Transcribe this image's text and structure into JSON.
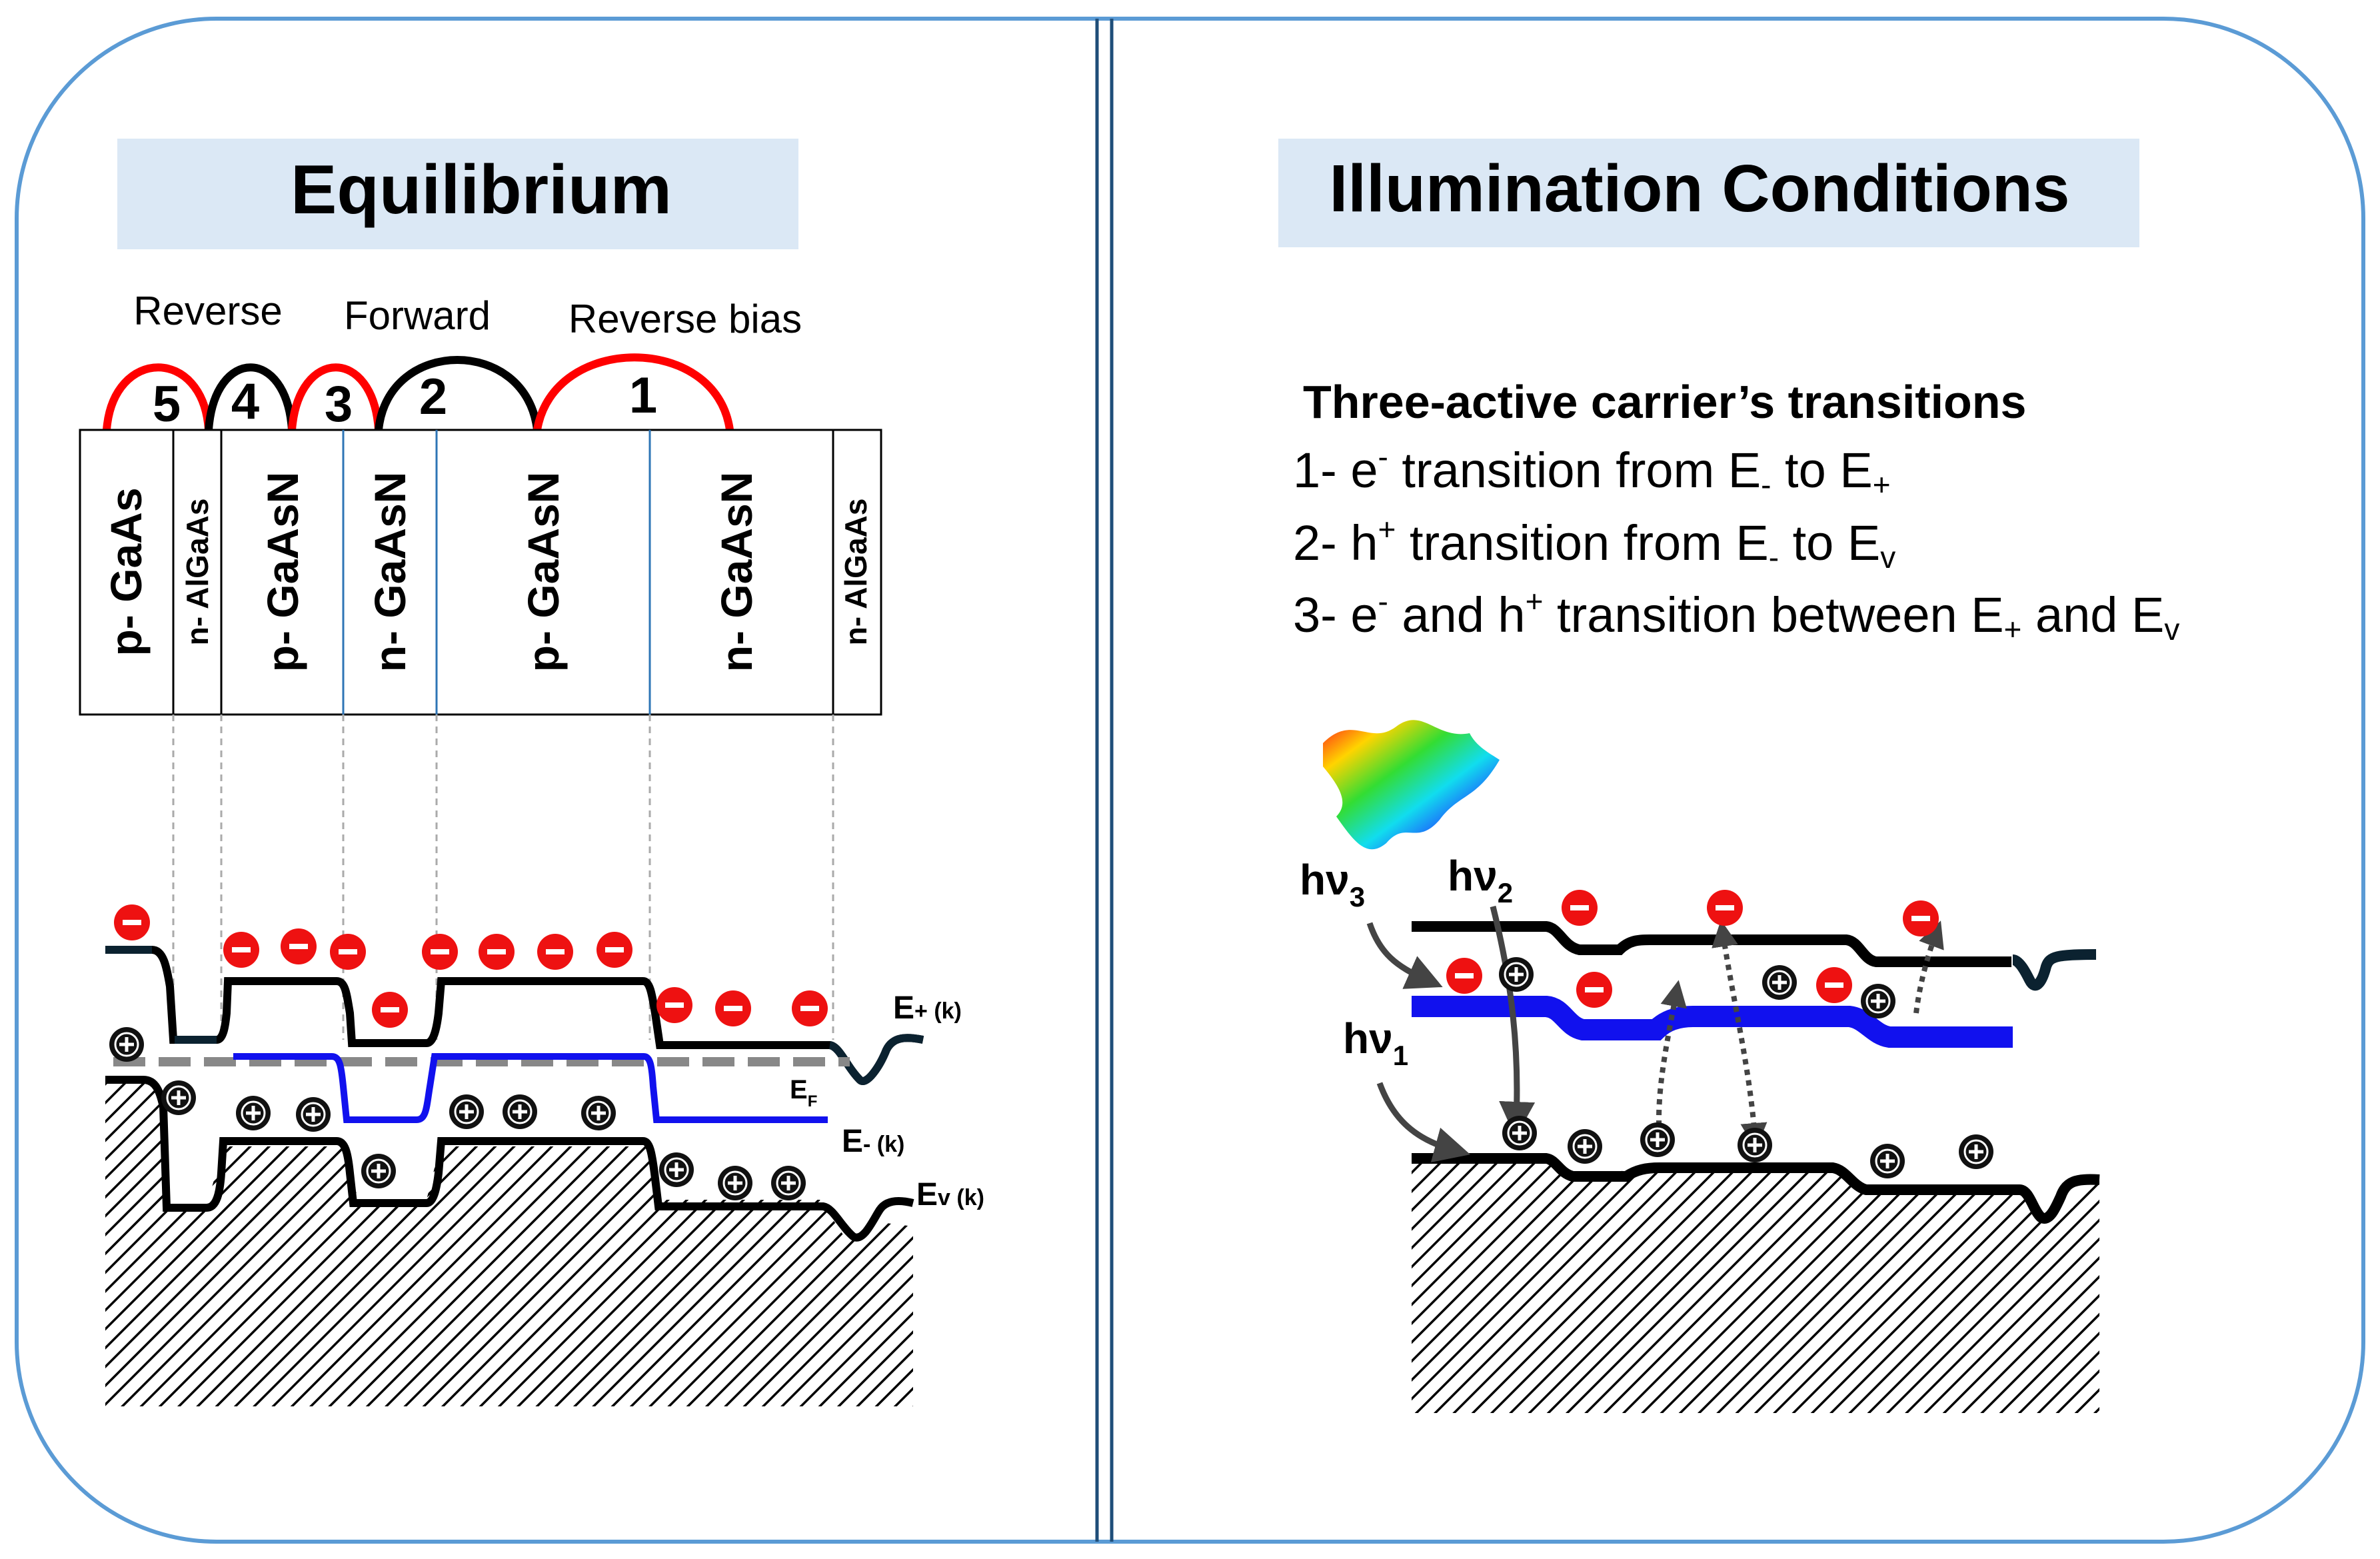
{
  "left_panel": {
    "title": "Equilibrium",
    "junction_labels": {
      "reverse": "Reverse",
      "forward": "Forward",
      "reverse_bias": "Reverse bias"
    },
    "junction_numbers": [
      "5",
      "4",
      "3",
      "2",
      "1"
    ],
    "layers": [
      "p- GaAs",
      "n- AlGaAs",
      "p- GaAsN",
      "n- GaAsN",
      "p- GaAsN",
      "n- GaAsN",
      "n- AlGaAs"
    ],
    "band_labels": {
      "e_plus": {
        "main": "E",
        "sub": "+ (k)"
      },
      "e_f": {
        "main": "E",
        "sub": "F"
      },
      "e_minus": {
        "main": "E",
        "sub": "- (k)"
      },
      "e_v": {
        "main": "E",
        "sub": "v (k)"
      }
    }
  },
  "right_panel": {
    "title": "Illumination Conditions",
    "heading": "Three-active carrier’s transitions",
    "transitions": [
      {
        "prefix": "1- e",
        "sup1": "-",
        "mid1": " transition from E",
        "sub1": "-",
        "mid2": " to E",
        "sub2": "+"
      },
      {
        "prefix": "2- h",
        "sup1": "+",
        "mid1": " transition from E",
        "sub1": "-",
        "mid2": " to E",
        "sub2": "v"
      },
      {
        "prefix": "3- e",
        "sup1": "-",
        "mid1": " and h",
        "sup2": "+",
        "mid2": " transition between E",
        "sub1": "+",
        "mid3": " and E",
        "sub2": "v"
      }
    ],
    "photons": [
      {
        "main": "hν",
        "sub": "3"
      },
      {
        "main": "hν",
        "sub": "2"
      },
      {
        "main": "hν",
        "sub": "1"
      }
    ]
  },
  "colors": {
    "frame": "#5b9bd5",
    "divider": "#1f4e79",
    "title_bg": "#dbe8f5",
    "junction_red": "#ff0000",
    "electron": "#ee1111",
    "e_minus_band": "#1111ee",
    "fermi_dash": "#888888"
  },
  "icons": [
    "electron-icon",
    "hole-icon",
    "light-wave-icon",
    "arrow-icon"
  ]
}
